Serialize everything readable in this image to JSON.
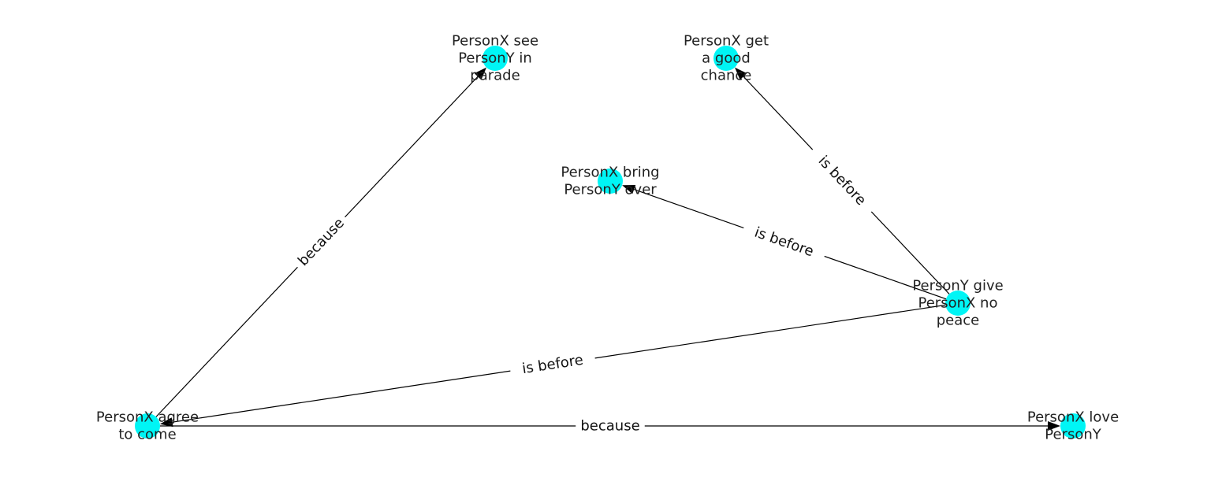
{
  "graph": {
    "nodes": [
      {
        "id": "n_agree",
        "lines": [
          "PersonX agree",
          "to come"
        ]
      },
      {
        "id": "n_see",
        "lines": [
          "PersonX see",
          "PersonY in",
          "parade"
        ]
      },
      {
        "id": "n_chance",
        "lines": [
          "PersonX get",
          "a good",
          "chance"
        ]
      },
      {
        "id": "n_bring",
        "lines": [
          "PersonX bring",
          "PersonY over"
        ]
      },
      {
        "id": "n_give",
        "lines": [
          "PersonY give",
          "PersonX no",
          "peace"
        ]
      },
      {
        "id": "n_love",
        "lines": [
          "PersonX love",
          "PersonY"
        ]
      }
    ],
    "edges": [
      {
        "from": "n_agree",
        "to": "n_see",
        "label": "because"
      },
      {
        "from": "n_agree",
        "to": "n_love",
        "label": "because"
      },
      {
        "from": "n_give",
        "to": "n_chance",
        "label": "is before"
      },
      {
        "from": "n_give",
        "to": "n_bring",
        "label": "is before"
      },
      {
        "from": "n_give",
        "to": "n_agree",
        "label": "is before"
      }
    ],
    "node_color": "#00f5f5",
    "edge_color": "#000000"
  }
}
